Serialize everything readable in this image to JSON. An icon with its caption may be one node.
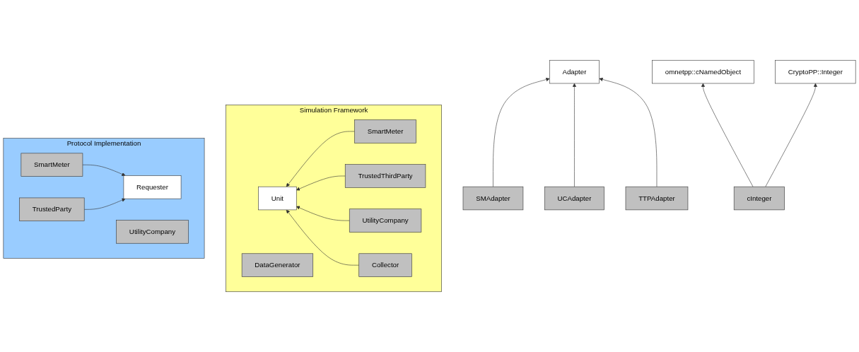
{
  "diagram": {
    "nodes": [
      {
        "text": [
          "Simulation Framework"
        ]
      },
      {
        "text": [
          "SmartMeter"
        ],
        "in": 0
      },
      {
        "text": [
          "Unit"
        ],
        "in": 0
      },
      {
        "text": [
          "TrustedThirdParty"
        ],
        "in": 0
      },
      {
        "text": [
          "UtilityCompany"
        ],
        "in": 0
      },
      {
        "text": [
          "Collector"
        ],
        "in": 0
      },
      {
        "text": [
          "DataGenerator"
        ],
        "in": 0
      },
      {
        "text": [
          "Adapter"
        ]
      },
      {
        "text": [
          "SMAdapter"
        ]
      },
      {
        "text": [
          "UCAdapter"
        ]
      },
      {
        "text": [
          "TTPAdapter"
        ]
      },
      {
        "text": [
          "omnetpp::cNamedObject"
        ]
      },
      {
        "text": [
          "CryptoPP::Integer"
        ]
      },
      {
        "text": [
          "cInteger"
        ]
      },
      {
        "text": [
          "Protocol Implementation"
        ]
      },
      {
        "text": [
          "SmartMeter"
        ],
        "in": 14
      },
      {
        "text": [
          "Requester"
        ],
        "in": 14
      },
      {
        "text": [
          "TrustedParty"
        ],
        "in": 14
      },
      {
        "text": [
          "UtilityCompany"
        ],
        "in": 14
      }
    ],
    "edges": [
      {
        "from": 1,
        "to": 2,
        "arrow": "to"
      },
      {
        "from": 3,
        "to": 2,
        "arrow": "to"
      },
      {
        "from": 4,
        "to": 2,
        "arrow": "to"
      },
      {
        "from": 5,
        "to": 2,
        "arrow": "to"
      },
      {
        "from": 8,
        "to": 7,
        "arrow": "to"
      },
      {
        "from": 9,
        "to": 7,
        "arrow": "to"
      },
      {
        "from": 10,
        "to": 7,
        "arrow": "to"
      },
      {
        "from": 13,
        "to": 11,
        "arrow": "to"
      },
      {
        "from": 13,
        "to": 12,
        "arrow": "to"
      },
      {
        "from": 15,
        "to": 16,
        "arrow": "to"
      },
      {
        "from": 17,
        "to": 16,
        "arrow": "to"
      }
    ]
  }
}
